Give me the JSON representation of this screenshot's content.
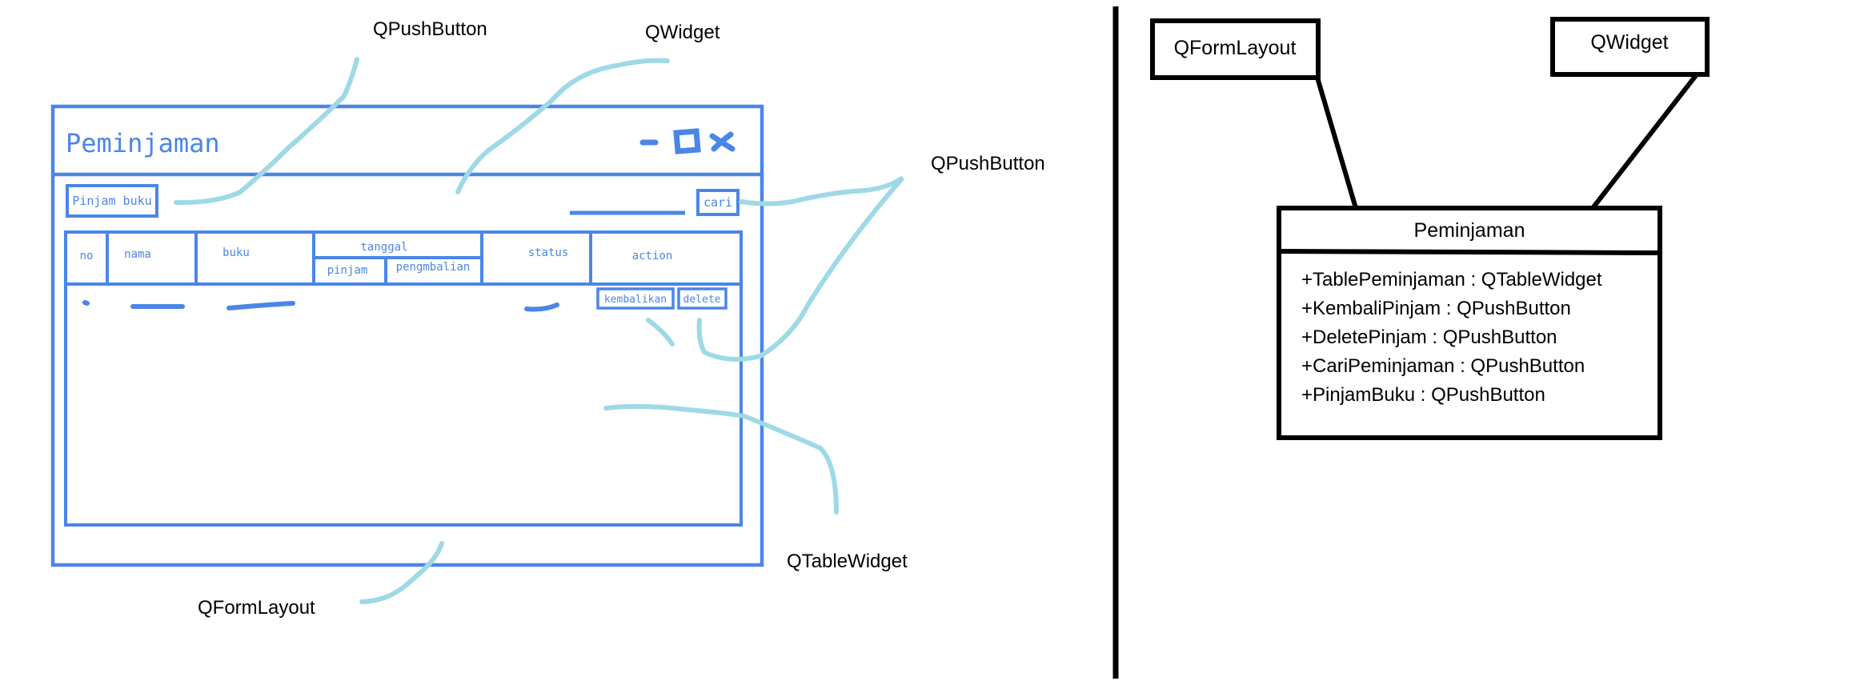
{
  "colors": {
    "sketch_blue": "#4a86e8",
    "annotation_cyan": "#9fd9e8",
    "ink_black": "#000000",
    "background": "#ffffff"
  },
  "mockup": {
    "window": {
      "title": "Peminjaman",
      "controls": [
        "minimize-icon",
        "maximize-icon",
        "close-icon"
      ]
    },
    "toolbar": {
      "pinjam_buku_label": "Pinjam buku",
      "cari_label": "cari"
    },
    "table": {
      "headers": {
        "no": "no",
        "nama": "nama",
        "buku": "buku",
        "tanggal": "tanggal",
        "pinjam": "pinjam",
        "pengmbalian": "pengmbalian",
        "status": "status",
        "action": "action"
      },
      "row_buttons": {
        "kembalikan": "kembalikan",
        "delete": "delete"
      }
    }
  },
  "annotations": {
    "qpushbutton_top": "QPushButton",
    "qwidget_top": "QWidget",
    "qpushbutton_right": "QPushButton",
    "qtablewidget": "QTableWidget",
    "qformlayout": "QFormLayout"
  },
  "uml": {
    "parent_left": "QFormLayout",
    "parent_right": "QWidget",
    "class_name": "Peminjaman",
    "attributes": [
      "+TablePeminjaman : QTableWidget",
      "+KembaliPinjam : QPushButton",
      "+DeletePinjam : QPushButton",
      "+CariPeminjaman : QPushButton",
      "+PinjamBuku : QPushButton"
    ]
  }
}
